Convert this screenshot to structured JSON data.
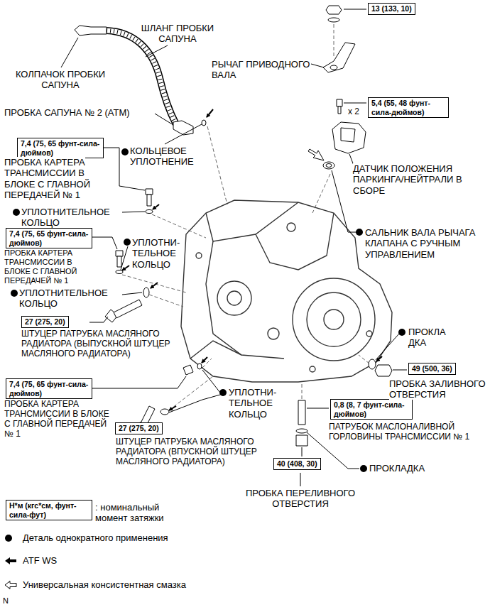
{
  "diagram": {
    "nodes": [
      {
        "text": [
          "13 (133, 10)"
        ]
      },
      {
        "text": [
          "5,4 (55, 48 фунт-сила-дюймов)"
        ]
      },
      {
        "text": [
          "7,4 (75, 65 фунт-сила-дюймов)"
        ]
      },
      {
        "text": [
          "7,4 (75, 65 фунт-сила-дюймов)"
        ]
      },
      {
        "text": [
          "27 (275, 20)"
        ]
      },
      {
        "text": [
          "49 (500, 36)"
        ]
      },
      {
        "text": [
          "7,4 (75, 65 фунт-сила-дюймов)"
        ]
      },
      {
        "text": [
          "0,8 (8, 7 фунт-сила-дюймов)"
        ]
      },
      {
        "text": [
          "27 (275, 20)"
        ]
      },
      {
        "text": [
          "40 (408, 30)"
        ]
      },
      {
        "text": [
          "Н*м (кгс*см, фунт-сила-фут)"
        ]
      }
    ],
    "labels": [
      "ШЛАНГ ПРОБКИ САПУНА",
      "КОЛПАЧОК ПРОБКИ САПУНА",
      "РЫЧАГ ПРИВОДНОГО ВАЛА",
      "x 2",
      "ПРОБКА САПУНА № 2 (ATM)",
      "КОЛЬЦЕВОЕ УПЛОТНЕНИЕ",
      "ПРОБКА КАРТЕРА ТРАНСМИССИИ В БЛОКЕ С ГЛАВНОЙ ПЕРЕДАЧЕЙ № 1",
      "ДАТЧИК ПОЛОЖЕНИЯ ПАРКИНГА/НЕЙТРАЛИ В СБОРЕ",
      "УПЛОТНИТЕЛЬНОЕ КОЛЬЦО",
      "ПРОБКА КАРТЕРА ТРАНСМИССИИ В БЛОКЕ С ГЛАВНОЙ ПЕРЕДАЧЕЙ № 1",
      "УПЛОТНИ-ТЕЛЬНОЕ КОЛЬЦО",
      "САЛЬНИК ВАЛА РЫЧАГА КЛАПАНА С РУЧНЫМ УПРАВЛЕНИЕМ",
      "УПЛОТНИТЕЛЬНОЕ КОЛЬЦО",
      "ШТУЦЕР ПАТРУБКА МАСЛЯНОГО РАДИАТОРА (ВЫПУСКНОЙ ШТУЦЕР МАСЛЯНОГО РАДИАТОРА)",
      "ПРОКЛА ДКА",
      "ПРОБКА ЗАЛИВНОГО ОТВЕРСТИЯ",
      "УПЛОТНИ-ТЕЛЬНОЕ КОЛЬЦО",
      "ПРОБКА КАРТЕРА ТРАНСМИССИИ В БЛОКЕ С ГЛАВНОЙ ПЕРЕДАЧЕЙ № 1",
      "ПАТРУБОК МАСЛОНАЛИВНОЙ ГОРЛОВИНЫ ТРАНСМИССИИ № 1",
      "ШТУЦЕР ПАТРУБКА МАСЛЯНОГО РАДИАТОРА (ВПУСКНОЙ ШТУЦЕР МАСЛЯНОГО РАДИАТОРА)",
      "ПРОКЛАДКА",
      "ПРОБКА ПЕРЕЛИВНОГО ОТВЕРСТИЯ",
      ": номинальный момент затяжки",
      "N"
    ],
    "legend": [
      {
        "text": "Деталь однократного применения"
      },
      {
        "text": "ATF WS"
      },
      {
        "text": "Универсальная консистентная смазка"
      }
    ]
  }
}
